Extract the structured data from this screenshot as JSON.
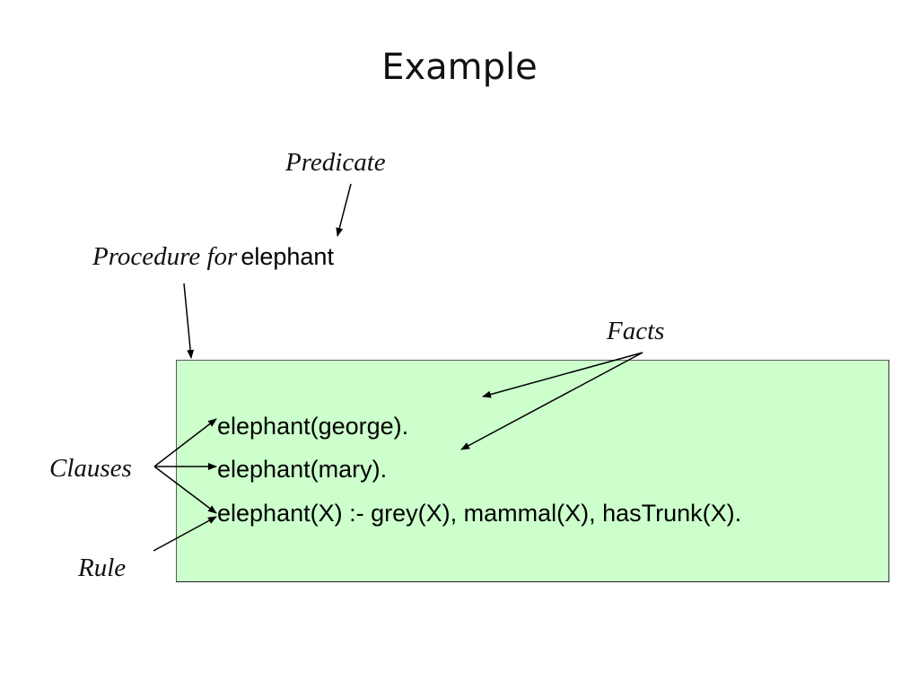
{
  "slide": {
    "title": "Example",
    "labels": {
      "predicate": "Predicate",
      "procedure_for": "Procedure for",
      "procedure_name": "elephant",
      "facts": "Facts",
      "clauses": "Clauses",
      "rule": "Rule"
    },
    "program": {
      "lines": [
        "elephant(george).",
        "elephant(mary).",
        "elephant(X) :- grey(X), mammal(X), hasTrunk(X)."
      ]
    },
    "colors": {
      "box_fill": "#ccffcc",
      "box_border": "#5a5a5a",
      "arrow": "#000000"
    }
  }
}
